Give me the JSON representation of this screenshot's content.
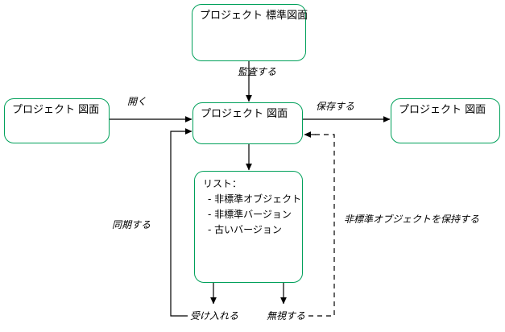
{
  "diagram": {
    "title": "",
    "colors": {
      "node_border": "#00a05a",
      "node_fill": "#ffffff",
      "wire": "#000000",
      "text": "#000000",
      "background": "#ffffff"
    },
    "nodes": [
      {
        "id": "standard-drawing",
        "label": "プロジェクト 標準図面"
      },
      {
        "id": "source-drawing",
        "label": "プロジェクト 図面"
      },
      {
        "id": "working-drawing",
        "label": "プロジェクト 図面"
      },
      {
        "id": "saved-drawing",
        "label": "プロジェクト 図面"
      }
    ],
    "list_node": {
      "id": "issue-list",
      "heading": "リスト：",
      "items": [
        "- 非標準オブジェクト",
        "- 非標準バージョン",
        "- 古いバージョン"
      ]
    },
    "edge_labels": [
      {
        "id": "audit",
        "text": "監査する"
      },
      {
        "id": "open",
        "text": "開く"
      },
      {
        "id": "save",
        "text": "保存する"
      },
      {
        "id": "sync",
        "text": "同期する"
      },
      {
        "id": "accept",
        "text": "受け入れる"
      },
      {
        "id": "ignore",
        "text": "無視する"
      },
      {
        "id": "keep-nonstandard",
        "text": "非標準オブジェクトを保持する"
      }
    ]
  }
}
